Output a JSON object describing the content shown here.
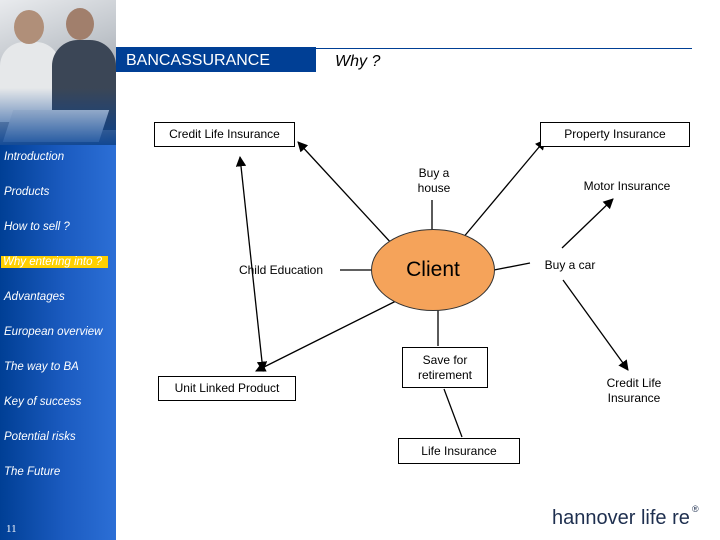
{
  "header": {
    "section_title": "BANCASSURANCE",
    "subtitle": "Why ?"
  },
  "sidebar": {
    "items": [
      {
        "label": "Introduction",
        "active": false
      },
      {
        "label": "Products",
        "active": false
      },
      {
        "label": "How to sell ?",
        "active": false
      },
      {
        "label": "Why entering into ?",
        "active": true
      },
      {
        "label": "Advantages",
        "active": false
      },
      {
        "label": "European overview",
        "active": false
      },
      {
        "label": "The way to BA",
        "active": false
      },
      {
        "label": "Key of success",
        "active": false
      },
      {
        "label": "Potential risks",
        "active": false
      },
      {
        "label": "The Future",
        "active": false
      }
    ],
    "page_number": "11",
    "active_color": "#ffd000"
  },
  "diagram": {
    "center": "Client",
    "center_color": "#f5a35a",
    "nodes": {
      "credit_life_top": "Credit Life Insurance",
      "property": "Property Insurance",
      "buy_house": "Buy a house",
      "motor": "Motor Insurance",
      "child_education": "Child Education",
      "buy_car": "Buy a car",
      "unit_linked": "Unit Linked Product",
      "save_retirement": "Save for retirement",
      "credit_life_bottom": "Credit Life Insurance",
      "life_insurance": "Life Insurance"
    }
  },
  "logo": {
    "text": "hannover life re",
    "mark": "®"
  }
}
